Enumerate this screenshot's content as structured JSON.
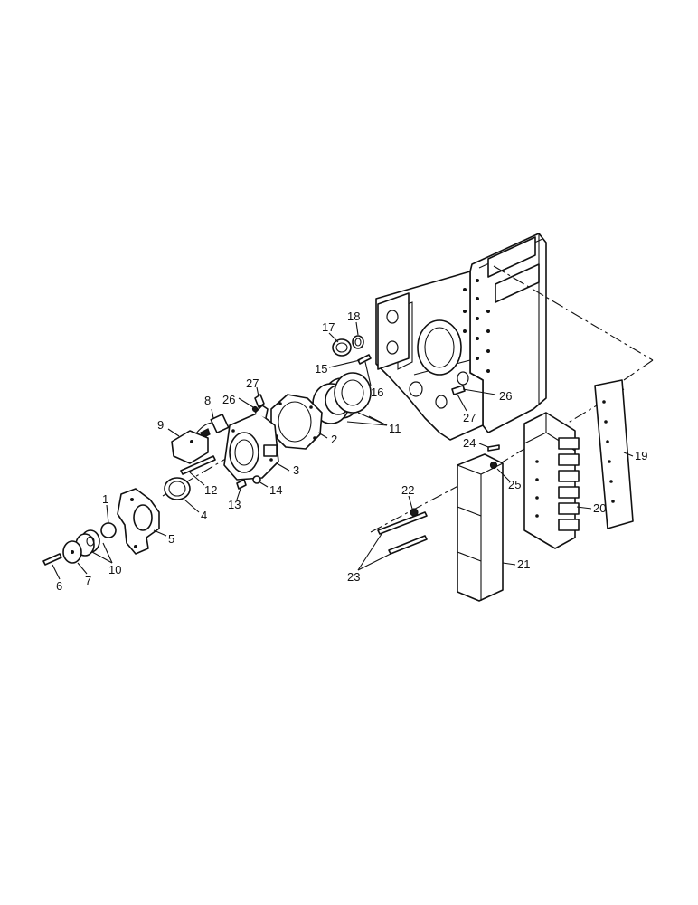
{
  "labels": {
    "n1": "1",
    "n2": "2",
    "n3": "3",
    "n4": "4",
    "n5": "5",
    "n6": "6",
    "n7": "7",
    "n8": "8",
    "n9": "9",
    "n10": "10",
    "n11": "11",
    "n12": "12",
    "n13": "13",
    "n14": "14",
    "n15": "15",
    "n16": "16",
    "n17": "17",
    "n18": "18",
    "n19": "19",
    "n20": "20",
    "n21": "21",
    "n22": "22",
    "n23": "23",
    "n24": "24",
    "n25": "25",
    "n26a": "26",
    "n26b": "26",
    "n27a": "27",
    "n27b": "27"
  }
}
